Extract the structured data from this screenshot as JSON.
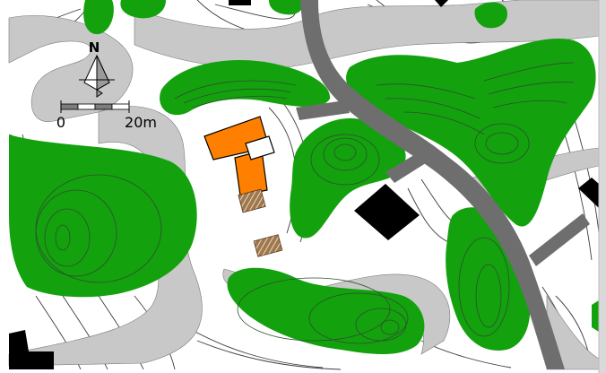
{
  "north": {
    "label": "N"
  },
  "scale": {
    "start_label": "0",
    "end_label": "20m"
  },
  "colors": {
    "background": "#ffffff",
    "road": "#c8c8c8",
    "main_road": "#6e6e6e",
    "trees": "#13a10e",
    "buildings": "#000000",
    "highlight_building": "#ff8000",
    "hatched": "#a0784c",
    "contours": "#3c3c3c",
    "frame": "#d9d9d9"
  }
}
